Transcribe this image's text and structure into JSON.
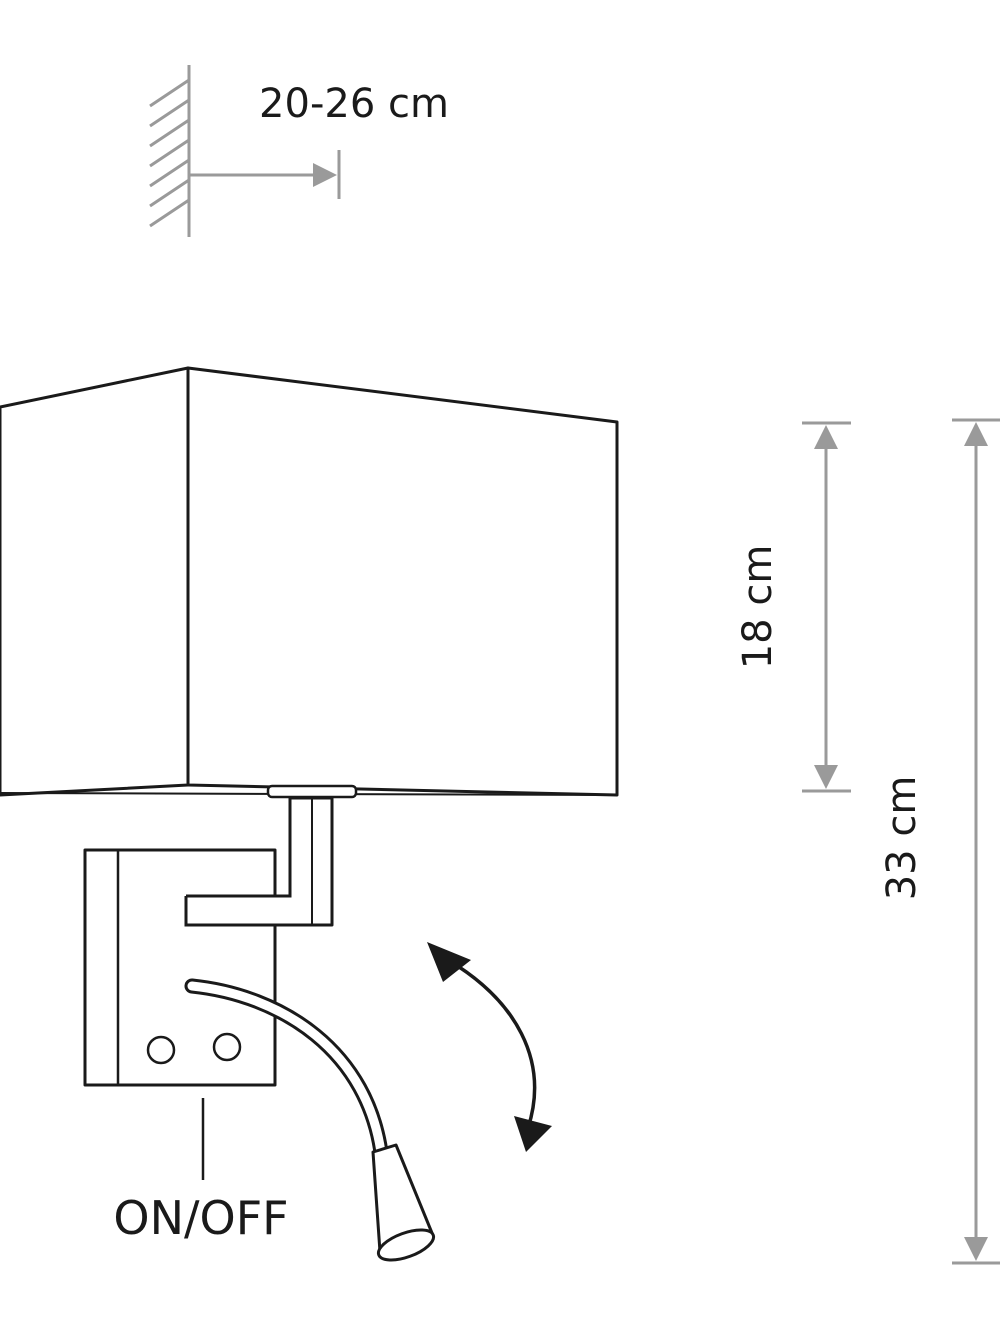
{
  "labels": {
    "projection": "20-26 cm",
    "shade_height": "18 cm",
    "total_height": "33 cm",
    "switch": "ON/OFF"
  },
  "colors": {
    "ink": "#1a1a1a",
    "dimension": "#9a9a9a",
    "background": "#ffffff"
  }
}
